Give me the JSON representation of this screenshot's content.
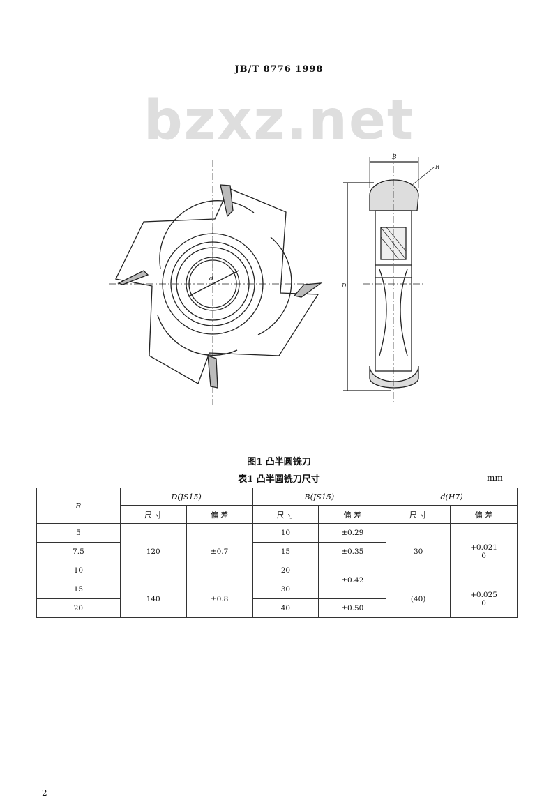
{
  "header": {
    "standard_code": "JB/T 8776   1998"
  },
  "watermark": {
    "text": "bzxz.net"
  },
  "figure": {
    "caption": "图1   凸半圆铣刀",
    "labels": {
      "d": "d",
      "b": "B",
      "r": "R",
      "d1": "D"
    }
  },
  "table": {
    "caption": "表1   凸半圆铣刀尺寸",
    "unit": "mm",
    "col_r": "R",
    "group_d": "D(JS15)",
    "group_b": "B(JS15)",
    "group_dh": "d(H7)",
    "sub_size": "尺 寸",
    "sub_dev": "偏 差",
    "r_values": [
      "5",
      "7.5",
      "10",
      "15",
      "20"
    ],
    "d_sizes": [
      "120",
      "140"
    ],
    "d_devs": [
      "±0.7",
      "±0.8"
    ],
    "b_sizes": [
      "10",
      "15",
      "20",
      "30",
      "40"
    ],
    "b_devs": [
      "±0.29",
      "±0.35",
      "±0.42",
      "±0.50"
    ],
    "dh_sizes": [
      "30",
      "(40)"
    ],
    "dh_devs": [
      "+0.021",
      "0",
      "+0.025",
      "0"
    ]
  },
  "footer": {
    "page_number": "2"
  }
}
